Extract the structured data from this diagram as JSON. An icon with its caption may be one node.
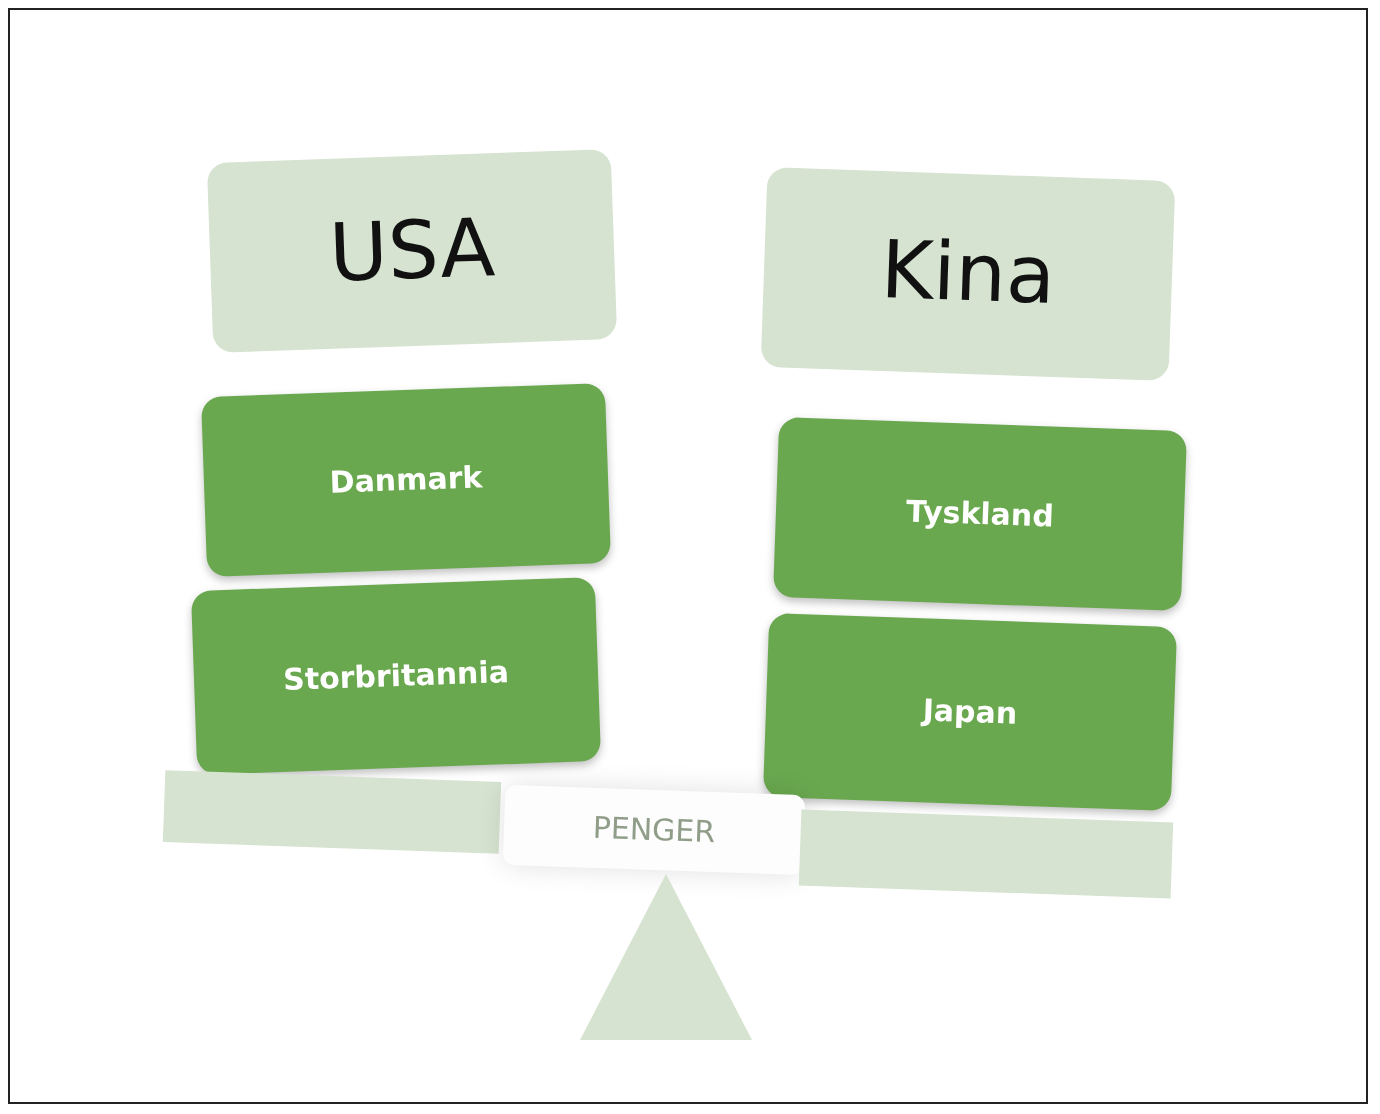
{
  "diagram": {
    "nodes": [
      {
        "text": [
          "USA"
        ]
      },
      {
        "text": [
          "Danmark"
        ]
      },
      {
        "text": [
          "Storbritannia"
        ]
      },
      {
        "text": [
          "Kina"
        ]
      },
      {
        "text": [
          "Tyskland"
        ]
      },
      {
        "text": [
          "Japan"
        ]
      },
      {
        "text": [],
        "shape": "bar"
      },
      {
        "text": [
          "PENGER"
        ]
      },
      {
        "text": [],
        "shape": "bar"
      },
      {
        "text": [],
        "shape": "triangle"
      }
    ],
    "edges": []
  }
}
